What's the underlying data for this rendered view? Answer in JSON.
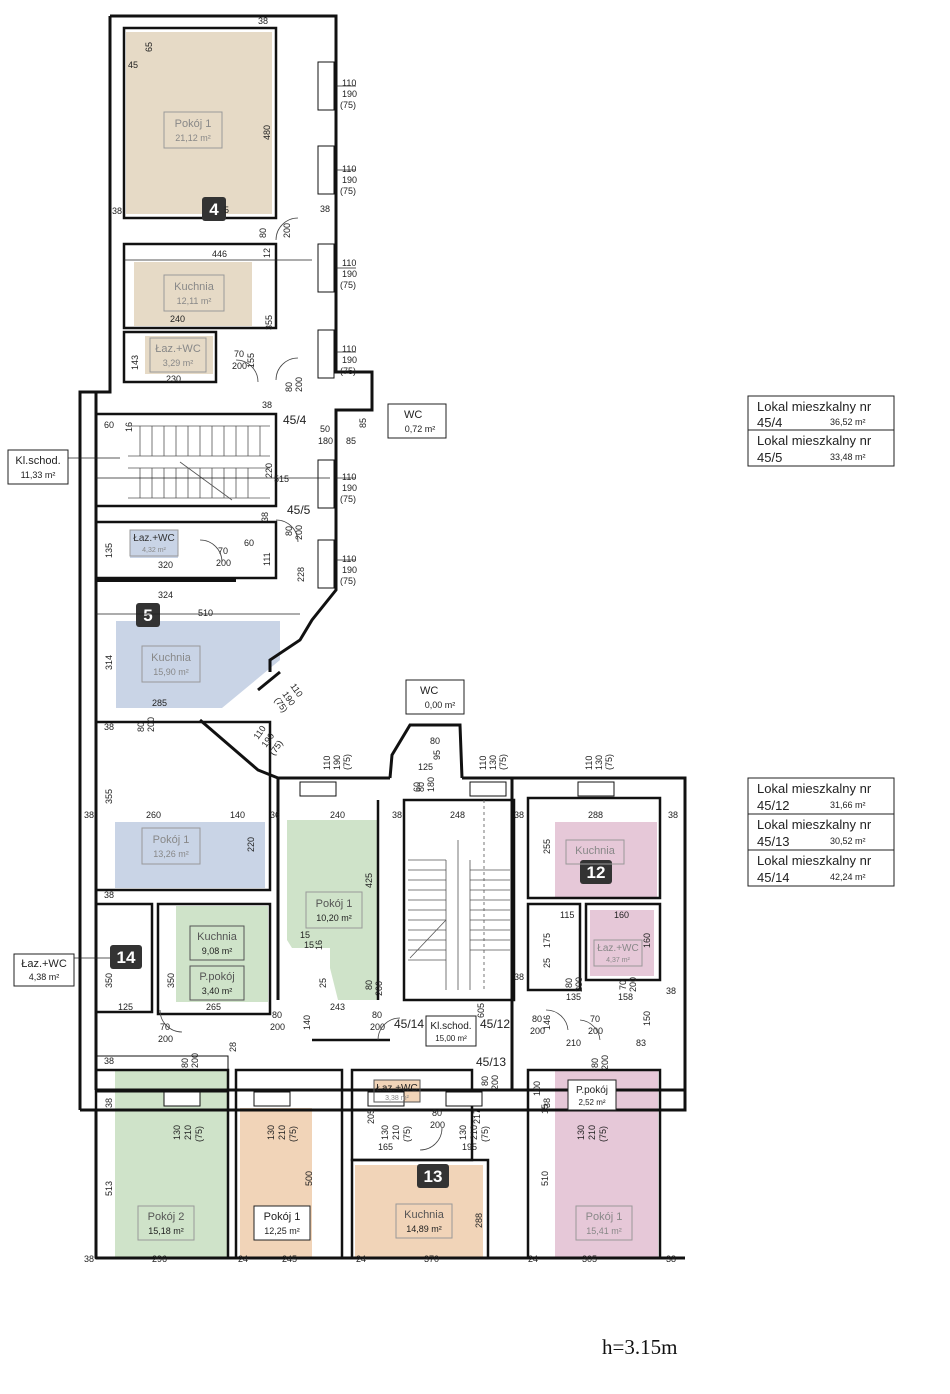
{
  "rooms": [
    {
      "id": "r4-pokoj1",
      "name": "Pokój 1",
      "area": "21,12 m²",
      "color": "beige"
    },
    {
      "id": "r4-kuchnia",
      "name": "Kuchnia",
      "area": "12,11 m²",
      "color": "beige"
    },
    {
      "id": "r4-laz",
      "name": "Łaz.+WC",
      "area": "3,29 m²",
      "color": "beige"
    },
    {
      "id": "r5-laz",
      "name": "Łaz.+WC",
      "area": "4,32 m²",
      "color": "blue"
    },
    {
      "id": "r5-kuchnia",
      "name": "Kuchnia",
      "area": "15,90 m²",
      "color": "blue"
    },
    {
      "id": "r5-pokoj1",
      "name": "Pokój 1",
      "area": "13,26 m²",
      "color": "blue"
    },
    {
      "id": "r14-pokoj1",
      "name": "Pokój 1",
      "area": "10,20 m²",
      "color": "green"
    },
    {
      "id": "r14-kuchnia",
      "name": "Kuchnia",
      "area": "9,08 m²",
      "color": "green"
    },
    {
      "id": "r14-ppokoj",
      "name": "P.pokój",
      "area": "3,40 m²",
      "color": "green"
    },
    {
      "id": "r14-pokoj2",
      "name": "Pokój 2",
      "area": "15,18 m²",
      "color": "green"
    },
    {
      "id": "r13-pokoj1",
      "name": "Pokój 1",
      "area": "12,25 m²",
      "color": "orange"
    },
    {
      "id": "r13-laz",
      "name": "Łaz.+WC",
      "area": "3,38 m²",
      "color": "orange"
    },
    {
      "id": "r13-kuchnia",
      "name": "Kuchnia",
      "area": "14,89 m²",
      "color": "orange"
    },
    {
      "id": "r12-kuchnia",
      "name": "Kuchnia",
      "area": "",
      "color": "pink"
    },
    {
      "id": "r12-laz",
      "name": "Łaz.+WC",
      "area": "4,37 m²",
      "color": "pink"
    },
    {
      "id": "r12-ppokoj",
      "name": "P.pokój",
      "area": "2,52 m²",
      "color": "pink"
    },
    {
      "id": "r12-pokoj1",
      "name": "Pokój 1",
      "area": "15,41 m²",
      "color": "pink"
    }
  ],
  "side_labels": [
    {
      "id": "klschod-upper",
      "name": "Kl.schod.",
      "area": "11,33 m²"
    },
    {
      "id": "wc-upper",
      "name": "WC",
      "area": "0,72 m²"
    },
    {
      "id": "wc-lower",
      "name": "WC",
      "area": "0,00 m²"
    },
    {
      "id": "laz-left",
      "name": "Łaz.+WC",
      "area": "4,38 m²"
    },
    {
      "id": "klschod-lower",
      "name": "Kl.schod.",
      "area": "15,00 m²"
    }
  ],
  "unit_badges": [
    "4",
    "5",
    "14",
    "13",
    "12"
  ],
  "unit_ids": [
    "45/4",
    "45/5",
    "45/14",
    "45/12",
    "45/13"
  ],
  "legend_upper": [
    {
      "title": "Lokal mieszkalny nr",
      "num": "45/4",
      "area": "36,52 m²"
    },
    {
      "title": "Lokal mieszkalny nr",
      "num": "45/5",
      "area": "33,48 m²"
    }
  ],
  "legend_lower": [
    {
      "title": "Lokal mieszkalny nr",
      "num": "45/12",
      "area": "31,66 m²"
    },
    {
      "title": "Lokal mieszkalny nr",
      "num": "45/13",
      "area": "30,52 m²"
    },
    {
      "title": "Lokal mieszkalny nr",
      "num": "45/14",
      "area": "42,24 m²"
    }
  ],
  "window_label": [
    "110",
    "190",
    "(75)"
  ],
  "window_label_bottom": [
    "130",
    "210",
    "(75)"
  ],
  "window_label_top": [
    "110",
    "130",
    "(75)"
  ],
  "door_label": [
    "80",
    "200"
  ],
  "door_label_small": [
    "70",
    "200"
  ],
  "dims": {
    "d38": "38",
    "d65": "65",
    "d45": "45",
    "d480": "480",
    "d5": "5",
    "d12": "12",
    "d446": "446",
    "d240": "240",
    "d143": "143",
    "d230": "230",
    "d155": "155",
    "d355": "355",
    "d60": "60",
    "d16": "16",
    "d50": "50",
    "d180": "180",
    "d85": "85",
    "d220": "220",
    "d515": "515",
    "d135": "135",
    "d320": "320",
    "d111": "111",
    "d228": "228",
    "d324": "324",
    "d510": "510",
    "d314": "314",
    "d285": "285",
    "d260": "260",
    "d140": "140",
    "d36": "36",
    "d425": "425",
    "d248": "248",
    "d288": "288",
    "d255": "255",
    "d115": "115",
    "d160": "160",
    "d175": "175",
    "d25": "25",
    "d15": "15",
    "d243": "243",
    "d350": "350",
    "d125": "125",
    "d265": "265",
    "d28": "28",
    "d605": "605",
    "d146": "146",
    "d158": "158",
    "d150": "150",
    "d83": "83",
    "d210": "210",
    "d100": "100",
    "d205": "205",
    "d165": "165",
    "d195": "195",
    "d217": "217",
    "d513": "513",
    "d500": "500",
    "d296": "296",
    "d24": "24",
    "d245": "245",
    "d370": "370",
    "d305": "305",
    "d95": "95",
    "d217b": "217"
  },
  "caption": "h=3.15m"
}
